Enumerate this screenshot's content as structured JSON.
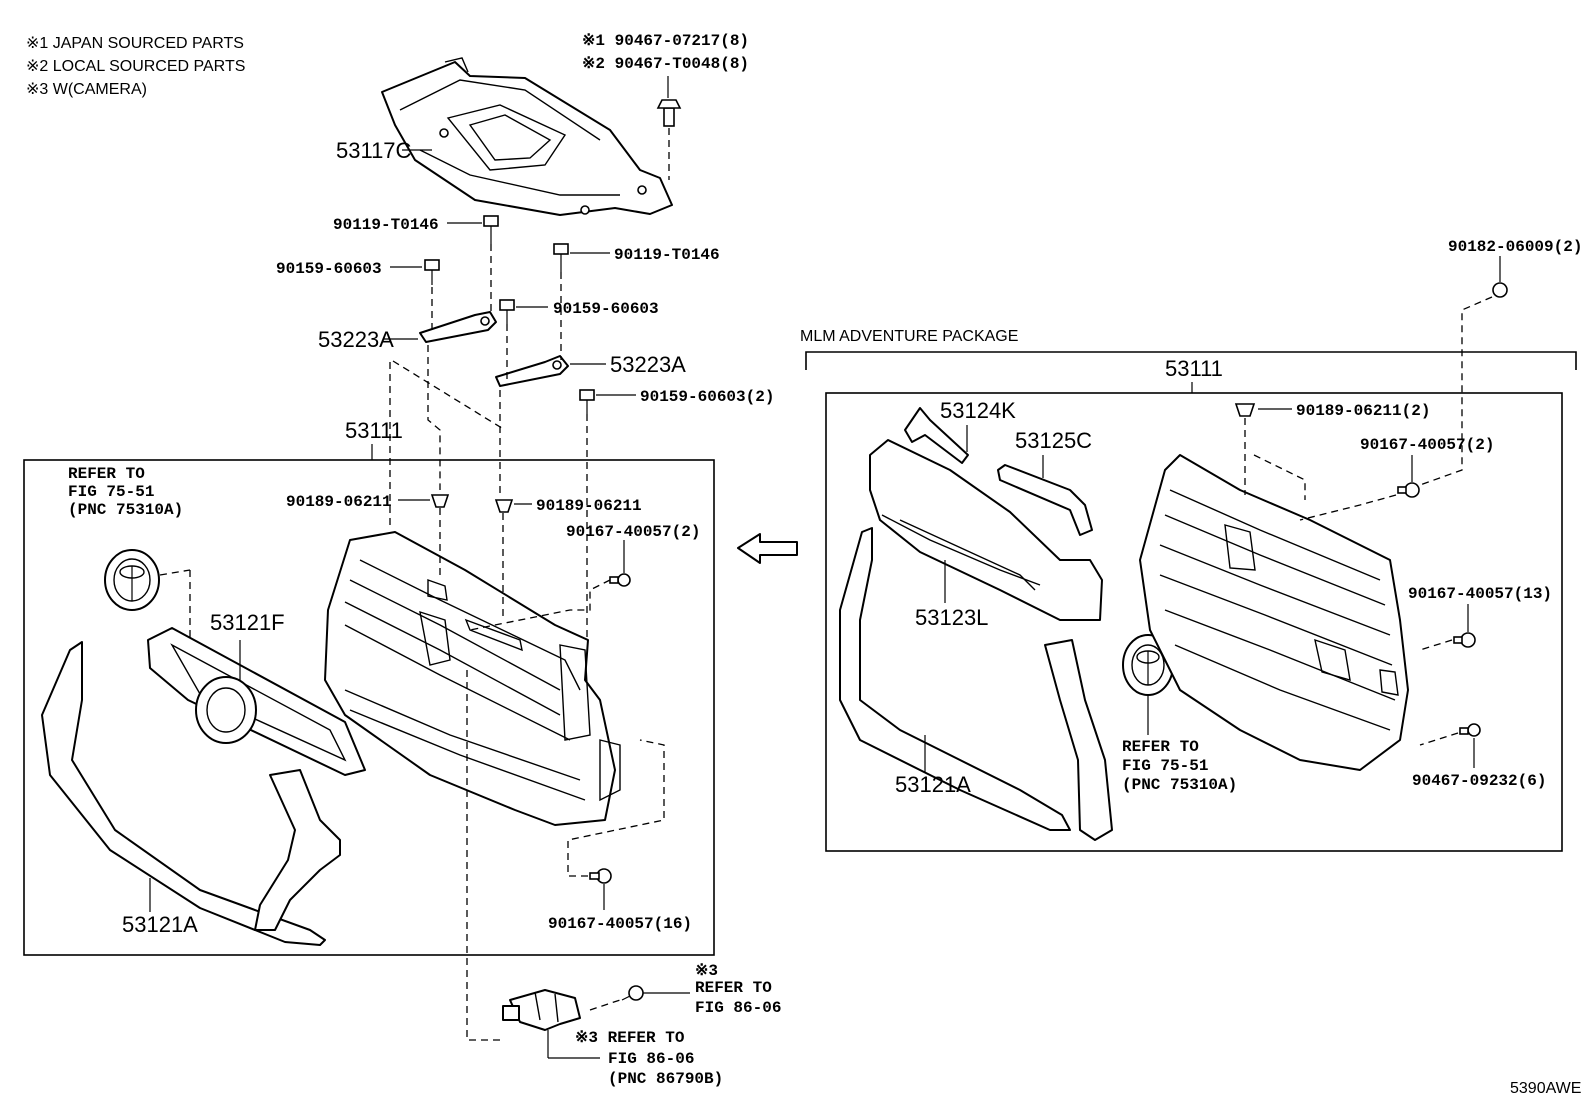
{
  "notes": [
    "※1 JAPAN SOURCED PARTS",
    "※2 LOCAL SOURCED PARTS",
    "※3 W(CAMERA)"
  ],
  "labels": {
    "l_53117C": "53117C",
    "l_clip_j": "※1 90467-07217(8)",
    "l_clip_l": "※2 90467-T0048(8)",
    "l_90119_a": "90119-T0146",
    "l_90119_b": "90119-T0146",
    "l_90159_a": "90159-60603",
    "l_90159_b": "90159-60603",
    "l_90159_c": "90159-60603(2)",
    "l_53223A_a": "53223A",
    "l_53223A_b": "53223A",
    "l_53111_left": "53111",
    "l_90189_a": "90189-06211",
    "l_90189_b": "90189-06211",
    "l_90167_a": "90167-40057(2)",
    "l_53121F": "53121F",
    "l_53121A_left": "53121A",
    "l_90167_16": "90167-40057(16)",
    "l_cam_ref_note": "※3",
    "l_cam_ref_1": "REFER TO",
    "l_cam_ref_2": "FIG 86-06",
    "l_cam_ref2_1": "※3 REFER TO",
    "l_cam_ref2_2": "FIG 86-06",
    "l_cam_ref2_3": "(PNC 86790B)",
    "l_emb_ref_1": "REFER TO",
    "l_emb_ref_2": "FIG 75-51",
    "l_emb_ref_3": "(PNC 75310A)",
    "l_mlm": "MLM ADVENTURE PACKAGE",
    "l_53111_right": "53111",
    "l_53124K": "53124K",
    "l_53125C": "53125C",
    "l_53123L": "53123L",
    "l_53121A_right": "53121A",
    "l_90182": "90182-06009(2)",
    "l_90189_r": "90189-06211(2)",
    "l_90167_r2": "90167-40057(2)",
    "l_90167_r13": "90167-40057(13)",
    "l_90467_r": "90467-09232(6)",
    "l_emb_ref_r1": "REFER TO",
    "l_emb_ref_r2": "FIG 75-51",
    "l_emb_ref_r3": "(PNC 75310A)",
    "l_code": "5390AWE"
  }
}
